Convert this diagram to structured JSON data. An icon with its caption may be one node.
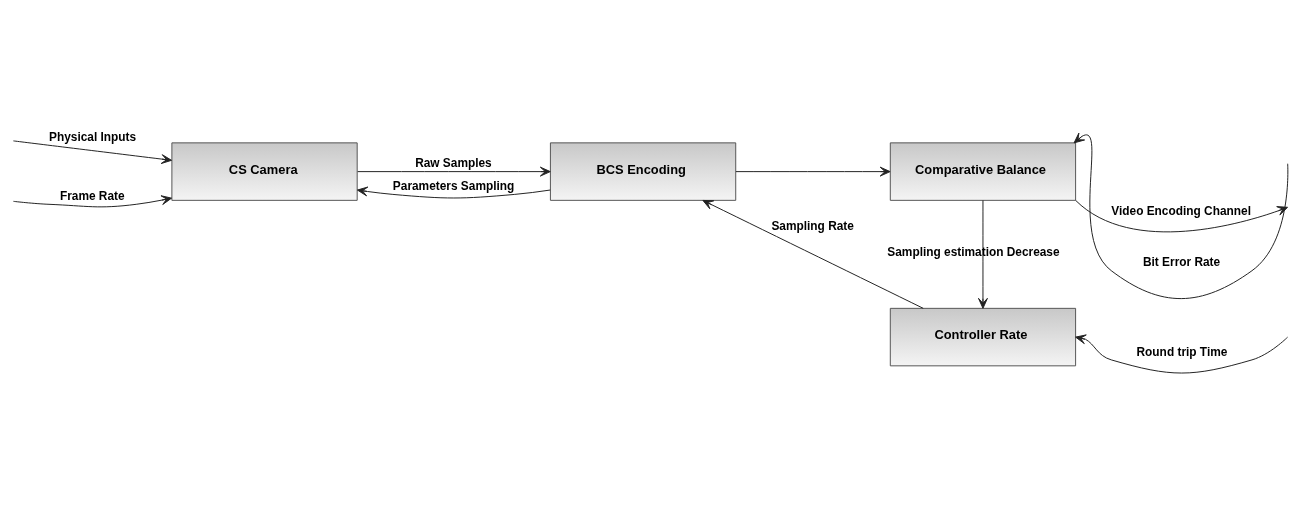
{
  "diagram": {
    "nodes": [
      {
        "text": [
          "CS Camera"
        ]
      },
      {
        "text": [
          "BCS Encoding"
        ]
      },
      {
        "text": [
          "Controller Rate"
        ]
      },
      {
        "text": [
          "Comparative Balance"
        ]
      }
    ],
    "edges": [
      {
        "from": null,
        "to": 0,
        "arrow": "to",
        "label": "Physical Inputs"
      },
      {
        "from": 0,
        "to": 1,
        "arrow": "to",
        "label": "Raw Samples"
      },
      {
        "from": 1,
        "to": 0,
        "arrow": "to",
        "label": "Parameters Sampling"
      },
      {
        "from": null,
        "to": 0,
        "arrow": "to",
        "label": "Frame Rate"
      },
      {
        "from": 2,
        "to": 1,
        "arrow": "to",
        "label": "Sampling Rate"
      },
      {
        "from": null,
        "to": 2,
        "arrow": "to",
        "label": "Round trip Time"
      },
      {
        "from": 3,
        "to": 2,
        "arrow": "to",
        "label": "Sampling estimation Decrease"
      },
      {
        "from": 1,
        "to": 3,
        "arrow": "to"
      },
      {
        "from": null,
        "to": 3,
        "arrow": "to",
        "label": "Bit Error Rate"
      },
      {
        "from": 3,
        "to": null,
        "arrow": "to",
        "label": "Video Encoding Channel"
      }
    ]
  }
}
